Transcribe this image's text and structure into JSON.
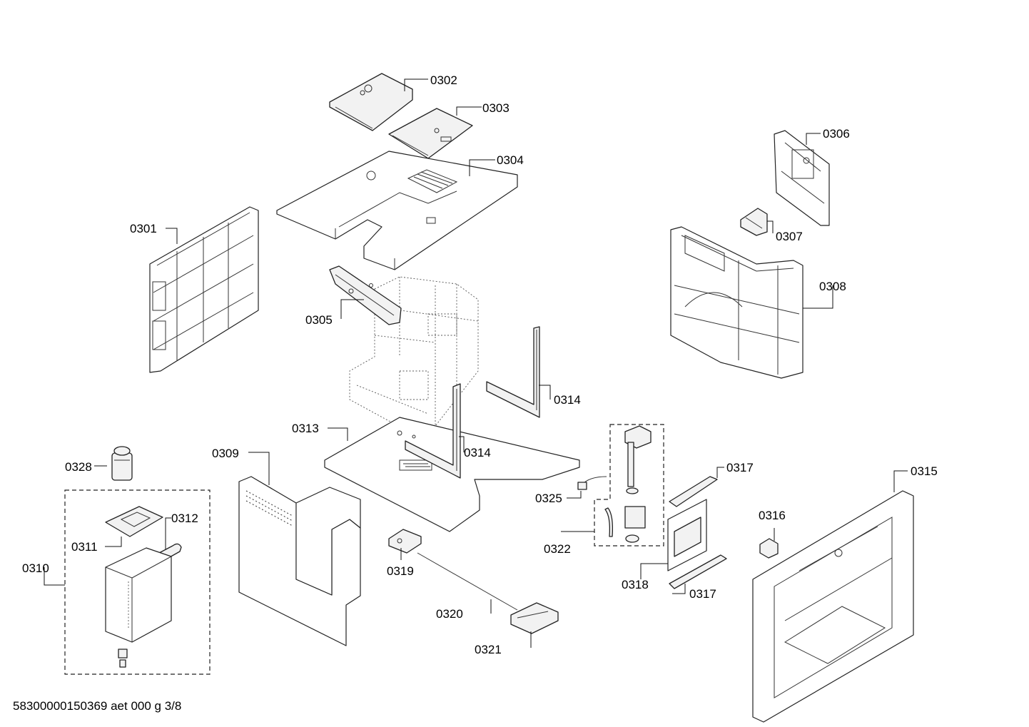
{
  "footer": "58300000150369 aet 000 g 3/8",
  "labels": {
    "p0301": "0301",
    "p0302": "0302",
    "p0303": "0303",
    "p0304": "0304",
    "p0305": "0305",
    "p0306": "0306",
    "p0307": "0307",
    "p0308": "0308",
    "p0309": "0309",
    "p0310": "0310",
    "p0311": "0311",
    "p0312": "0312",
    "p0313": "0313",
    "p0314a": "0314",
    "p0314b": "0314",
    "p0315": "0315",
    "p0316": "0316",
    "p0317a": "0317",
    "p0317b": "0317",
    "p0318": "0318",
    "p0319": "0319",
    "p0320": "0320",
    "p0321": "0321",
    "p0322": "0322",
    "p0325": "0325",
    "p0328": "0328"
  }
}
